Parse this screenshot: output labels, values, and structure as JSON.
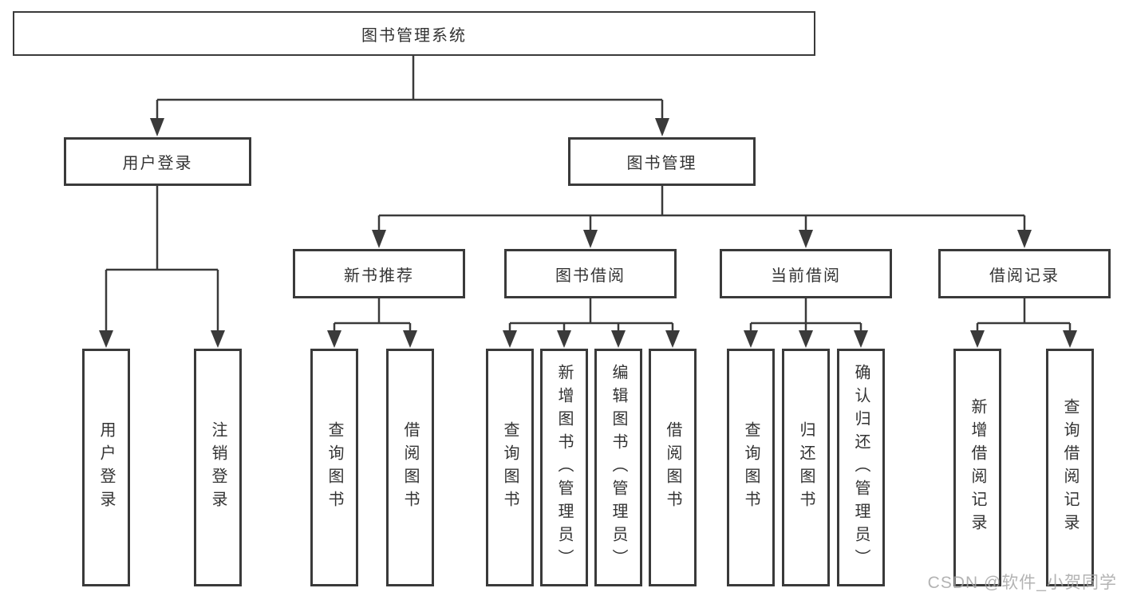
{
  "diagram_type": "functional-hierarchy-tree",
  "colors": {
    "line": "#3a3a3a",
    "box_border": "#3a3a3a",
    "box_fill": "#ffffff",
    "text": "#333333",
    "background": "#ffffff",
    "watermark": "#a6a6a6"
  },
  "tree": {
    "label": "图书管理系统",
    "children": [
      {
        "label": "用户登录",
        "children": [
          {
            "label": "用户登录"
          },
          {
            "label": "注销登录"
          }
        ]
      },
      {
        "label": "图书管理",
        "children": [
          {
            "label": "新书推荐",
            "children": [
              {
                "label": "查询图书"
              },
              {
                "label": "借阅图书"
              }
            ]
          },
          {
            "label": "图书借阅",
            "children": [
              {
                "label": "查询图书"
              },
              {
                "label": "新增图书（管理员）"
              },
              {
                "label": "编辑图书（管理员）"
              },
              {
                "label": "借阅图书"
              }
            ]
          },
          {
            "label": "当前借阅",
            "children": [
              {
                "label": "查询图书"
              },
              {
                "label": "归还图书"
              },
              {
                "label": "确认归还（管理员）"
              }
            ]
          },
          {
            "label": "借阅记录",
            "children": [
              {
                "label": "新增借阅记录"
              },
              {
                "label": "查询借阅记录"
              }
            ]
          }
        ]
      }
    ]
  },
  "watermark": {
    "text": "CSDN @软件_小贺同学"
  }
}
